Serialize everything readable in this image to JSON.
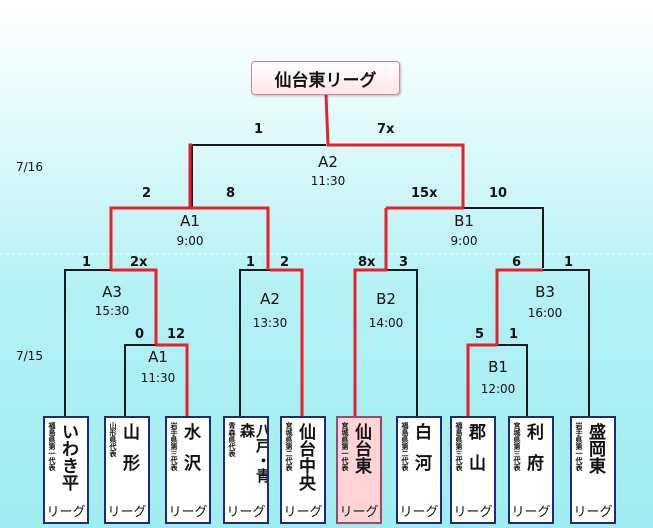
{
  "title": "仙台東リーグ",
  "dates": {
    "day2": "7/16",
    "day1": "7/15"
  },
  "matches": [
    {
      "round": "A2",
      "time": "11:30",
      "left_score": "1",
      "right_score": "7x"
    },
    {
      "round": "A1",
      "time": "9:00",
      "left_score": "2",
      "right_score": "8"
    },
    {
      "round": "B1",
      "time": "9:00",
      "left_score": "15x",
      "right_score": "10"
    },
    {
      "round": "A3",
      "time": "15:30",
      "left_score": "1",
      "right_score": "2x"
    },
    {
      "round": "A2",
      "time": "13:30",
      "left_score": "1",
      "right_score": "2"
    },
    {
      "round": "B2",
      "time": "14:00",
      "left_score": "8x",
      "right_score": "3"
    },
    {
      "round": "B3",
      "time": "16:00",
      "left_score": "6",
      "right_score": "1"
    },
    {
      "round": "A1",
      "time": "11:30",
      "left_score": "0",
      "right_score": "12"
    },
    {
      "round": "B1",
      "time": "12:00",
      "left_score": "5",
      "right_score": "1"
    }
  ],
  "teams": [
    {
      "name": "いわき平",
      "pref": "福島県第一代表",
      "league": "リーグ"
    },
    {
      "name": "山形",
      "pref": "山形県代表",
      "league": "リーグ"
    },
    {
      "name": "水沢",
      "pref": "岩手県第三代表",
      "league": "リーグ"
    },
    {
      "name": "八戸・青森",
      "pref": "青森県代表",
      "league": "リーグ"
    },
    {
      "name": "仙台中央",
      "pref": "宮城県第二代表",
      "league": "リーグ"
    },
    {
      "name": "仙台東",
      "pref": "宮城県第一代表",
      "league": "リーグ"
    },
    {
      "name": "白河",
      "pref": "福島県第二代表",
      "league": "リーグ"
    },
    {
      "name": "郡山",
      "pref": "福島県第三代表",
      "league": "リーグ"
    },
    {
      "name": "利府",
      "pref": "宮城県第三代表",
      "league": "リーグ"
    },
    {
      "name": "盛岡東",
      "pref": "岩手県第一代表",
      "league": "リーグ"
    }
  ],
  "colors": {
    "winner_line": "#e8202a",
    "line": "#1a1a1a",
    "team_border": "#1d2a80",
    "highlight_bg": "#ffd4d6"
  }
}
